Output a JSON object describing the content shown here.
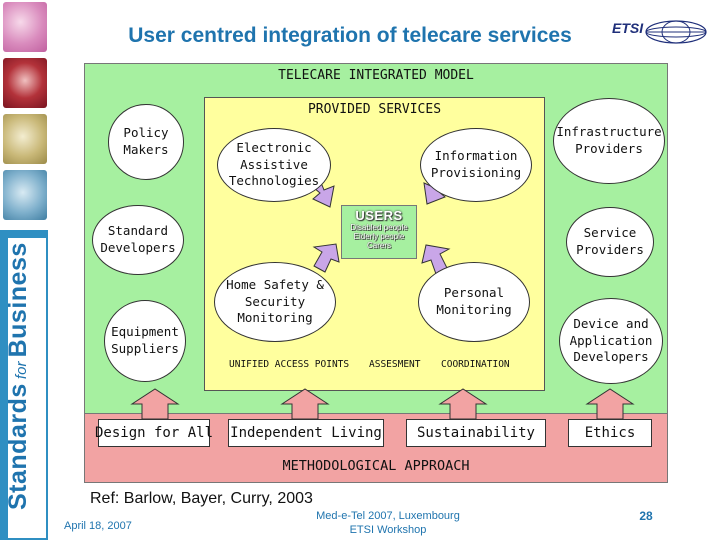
{
  "header": {
    "title": "User centred integration of telecare services",
    "logo_text": "ETSI"
  },
  "sidebar": {
    "brand_big_1": "Standards",
    "brand_small": " for ",
    "brand_big_2": "Business"
  },
  "model": {
    "title": "TELECARE INTEGRATED MODEL",
    "provided_services_title": "PROVIDED SERVICES",
    "outer_left": [
      "Policy\nMakers",
      "Standard\nDevelopers",
      "Equipment\nSuppliers"
    ],
    "outer_right": [
      "Infrastructure\nProviders",
      "Service\nProviders",
      "Device and\nApplication\nDevelopers"
    ],
    "services": {
      "electronic_assistive": "Electronic\nAssistive\nTechnologies",
      "information_provisioning": "Information\nProvisioning",
      "home_safety": "Home Safety &\nSecurity\nMonitoring",
      "personal_monitoring": "Personal\nMonitoring"
    },
    "users": {
      "title": "USERS",
      "line1": "Disabled people",
      "line2": "Elderly people",
      "line3": "Carers"
    },
    "bottom_labels": {
      "unified": "UNIFIED ACCESS POINTS",
      "assessment": "ASSESMENT",
      "coordination": "COORDINATION"
    },
    "approach_boxes": [
      "Design for All",
      "Independent Living",
      "Sustainability",
      "Ethics"
    ],
    "methodological_title": "METHODOLOGICAL APPROACH"
  },
  "footer": {
    "reference": "Ref: Barlow, Bayer, Curry, 2003",
    "date": "April 18, 2007",
    "event_line1": "Med-e-Tel 2007, Luxembourg",
    "event_line2": "ETSI Workshop",
    "page_number": "28"
  },
  "colors": {
    "brand_blue": "#1f74ae",
    "model_green": "#a6f0a0",
    "services_yellow": "#ffff9e",
    "approach_pink": "#f2a3a3",
    "arrow_purple": "#c9a6e8"
  }
}
